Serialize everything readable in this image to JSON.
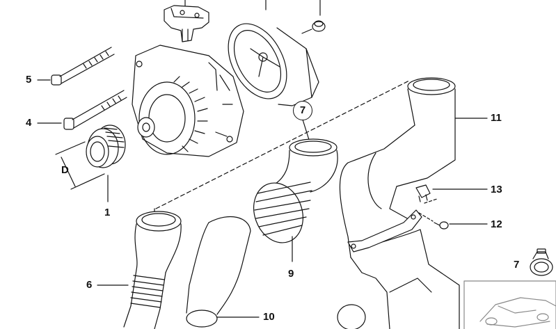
{
  "labels": {
    "p1": "1",
    "p4": "4",
    "p5": "5",
    "p6": "6",
    "p7a": "7",
    "p7b": "7",
    "p9": "9",
    "p10": "10",
    "p11": "11",
    "p12": "12",
    "p13": "13",
    "dim_d": "D"
  },
  "colors": {
    "line": "#111111",
    "shade": "#d9d9d9",
    "background": "#ffffff"
  }
}
